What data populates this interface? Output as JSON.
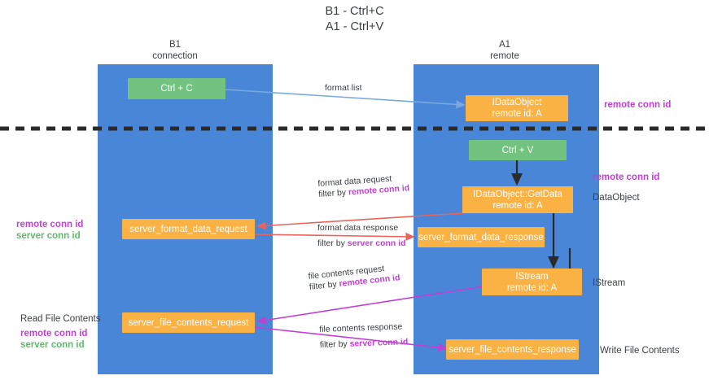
{
  "title": {
    "line1": "B1 - Ctrl+C",
    "line2": "A1 - Ctrl+V"
  },
  "columns": [
    {
      "name": "B1",
      "role": "connection"
    },
    {
      "name": "A1",
      "role": "remote"
    }
  ],
  "colors": {
    "lane": "#4a86d8",
    "orange": "#fbb244",
    "green": "#72c280",
    "purple_text": "#c23fd6",
    "green_text": "#5fba6b",
    "arrow_blue": "#7aa9dd",
    "arrow_red": "#e8645c",
    "arrow_magenta": "#c23fd6",
    "arrow_dark": "#2a2a2a",
    "divider": "#2a2a2a",
    "text": "#3c4043"
  },
  "nodes": {
    "ctrl_c": {
      "label": "Ctrl + C",
      "kind": "green"
    },
    "idataobject": {
      "line1": "IDataObject",
      "line2": "remote id: A",
      "kind": "orange"
    },
    "ctrl_v": {
      "label": "Ctrl + V",
      "kind": "green"
    },
    "getdata": {
      "line1": "IDataObject::GetData",
      "line2": "remote id: A",
      "kind": "orange"
    },
    "server_format_data_request": {
      "label": "server_format_data_request",
      "kind": "orange"
    },
    "server_format_data_response": {
      "label": "server_format_data_response",
      "kind": "orange"
    },
    "istream": {
      "line1": "IStream",
      "line2": "remote id: A",
      "kind": "orange"
    },
    "server_file_contents_request": {
      "label": "server_file_contents_request",
      "kind": "orange"
    },
    "server_file_contents_response": {
      "label": "server_file_contents_response",
      "kind": "orange"
    }
  },
  "edges": {
    "format_list": {
      "label": "format list"
    },
    "format_data_request": {
      "label": "format data request",
      "filter_prefix": "filter by ",
      "filter_key": "remote conn id"
    },
    "format_data_response": {
      "label": "format data response",
      "filter_prefix": "filter by ",
      "filter_key": "server conn id"
    },
    "file_contents_request": {
      "label": "file contents request",
      "filter_prefix": "filter by ",
      "filter_key": "remote conn id"
    },
    "file_contents_response": {
      "label": "file contents response",
      "filter_prefix": "filter by ",
      "filter_key": "server conn id"
    }
  },
  "annotations": {
    "right_remote_conn_id_top": "remote conn id",
    "right_remote_conn_id_mid": "remote conn id",
    "right_dataobject": "DataObject",
    "right_istream": "IStream",
    "right_write_file_contents": "Write File Contents",
    "left_remote_conn_id_1": "remote conn id",
    "left_server_conn_id_1": "server conn id",
    "left_read_file_contents": "Read File Contents",
    "left_remote_conn_id_2": "remote conn id",
    "left_server_conn_id_2": "server conn id"
  }
}
